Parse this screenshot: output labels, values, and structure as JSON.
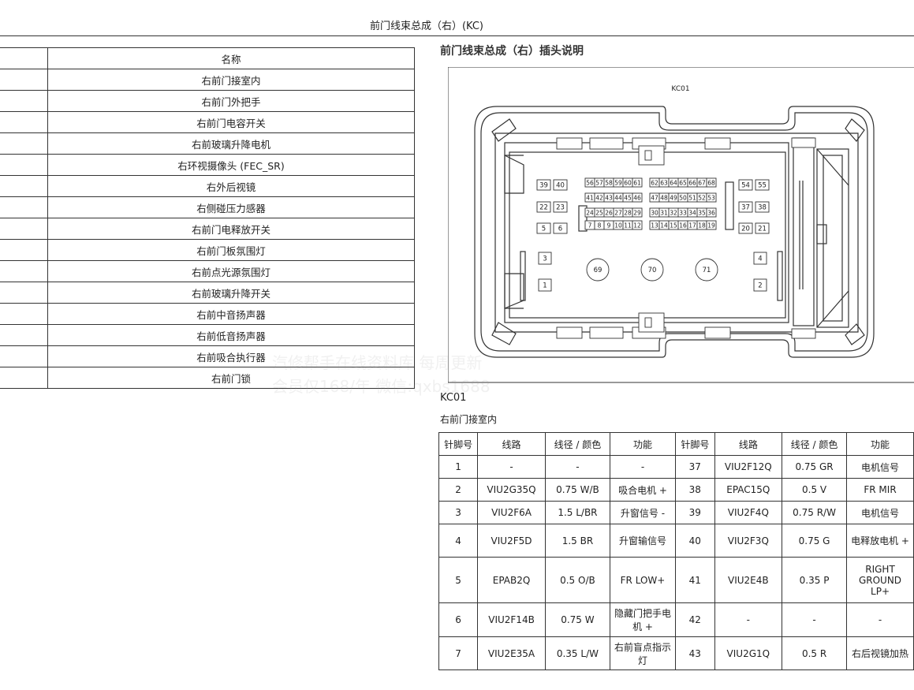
{
  "page": {
    "title": "前门线束总成（右）(KC)"
  },
  "left_table": {
    "header": "名称",
    "rows": [
      "右前门接室内",
      "右前门外把手",
      "右前门电容开关",
      "右前玻璃升降电机",
      "右环视摄像头 (FEC_SR)",
      "右外后视镜",
      "右侧碰压力感器",
      "右前门电释放开关",
      "右前门板氛围灯",
      "右前点光源氛围灯",
      "右前玻璃升降开关",
      "右前中音扬声器",
      "右前低音扬声器",
      "右前吸合执行器",
      "右前门锁"
    ]
  },
  "diagram": {
    "title": "前门线束总成（右）插头说明",
    "connector_label": "KC01",
    "pins_row1": [
      "56",
      "57",
      "58",
      "59",
      "60",
      "61",
      "62",
      "63",
      "64",
      "65",
      "66",
      "67",
      "68"
    ],
    "pins_row2": [
      "41",
      "42",
      "43",
      "44",
      "45",
      "46",
      "47",
      "48",
      "49",
      "50",
      "51",
      "52",
      "53"
    ],
    "pins_row3": [
      "24",
      "25",
      "26",
      "27",
      "28",
      "29",
      "30",
      "31",
      "32",
      "33",
      "34",
      "35",
      "36"
    ],
    "pins_row4": [
      "7",
      "8",
      "9",
      "10",
      "11",
      "12",
      "13",
      "14",
      "15",
      "16",
      "17",
      "18",
      "19"
    ],
    "pins_left": [
      [
        "39",
        "40"
      ],
      [
        "22",
        "23"
      ],
      [
        "5",
        "6"
      ]
    ],
    "pins_right": [
      [
        "54",
        "55"
      ],
      [
        "37",
        "38"
      ],
      [
        "20",
        "21"
      ]
    ],
    "pins_single": {
      "p3": "3",
      "p1": "1",
      "p4": "4",
      "p2": "2"
    },
    "pins_round": [
      "69",
      "70",
      "71"
    ]
  },
  "section": {
    "id": "KC01",
    "name": "右前门接室内"
  },
  "pin_table": {
    "headers": [
      "针脚号",
      "线路",
      "线径 / 颜色",
      "功能",
      "针脚号",
      "线路",
      "线径 / 颜色",
      "功能"
    ],
    "rows": [
      [
        "1",
        "-",
        "-",
        "-",
        "37",
        "VIU2F12Q",
        "0.75 GR",
        "电机信号"
      ],
      [
        "2",
        "VIU2G35Q",
        "0.75 W/B",
        "吸合电机 +",
        "38",
        "EPAC15Q",
        "0.5 V",
        "FR MIR"
      ],
      [
        "3",
        "VIU2F6A",
        "1.5 L/BR",
        "升窗信号 -",
        "39",
        "VIU2F4Q",
        "0.75 R/W",
        "电机信号"
      ],
      [
        "4",
        "VIU2F5D",
        "1.5 BR",
        "升窗输信号",
        "40",
        "VIU2F3Q",
        "0.75 G",
        "电释放电机 +"
      ],
      [
        "5",
        "EPAB2Q",
        "0.5 O/B",
        "FR LOW+",
        "41",
        "VIU2E4B",
        "0.35 P",
        "RIGHT GROUND LP+"
      ],
      [
        "6",
        "VIU2F14B",
        "0.75 W",
        "隐藏门把手电机 +",
        "42",
        "-",
        "-",
        "-"
      ],
      [
        "7",
        "VIU2E35A",
        "0.35 L/W",
        "右前盲点指示灯",
        "43",
        "VIU2G1Q",
        "0.5 R",
        "右后视镜加热"
      ]
    ]
  },
  "watermark": {
    "line1": "汽修帮手在线资料库  每周更新",
    "line2": "会员仅168/年  微信:qxbs1688"
  }
}
